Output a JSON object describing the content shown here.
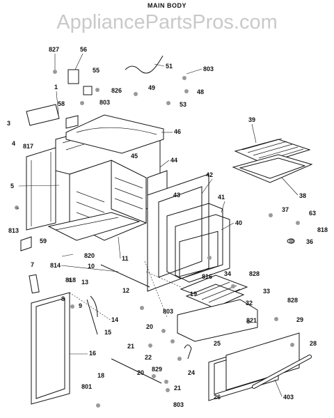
{
  "title": "MAIN BODY",
  "watermark": "AppliancePartsPros.com",
  "parts": [
    "827",
    "56",
    "55",
    "51",
    "803",
    "1",
    "58",
    "826",
    "49",
    "48",
    "803",
    "53",
    "3",
    "46",
    "39",
    "4",
    "817",
    "45",
    "44",
    "5",
    "42",
    "43",
    "38",
    "41",
    "37",
    "63",
    "813",
    "40",
    "818",
    "59",
    "820",
    "36",
    "7",
    "814",
    "10",
    "11",
    "816",
    "34",
    "828",
    "818",
    "8",
    "13",
    "12",
    "19",
    "32",
    "33",
    "9",
    "803",
    "14",
    "821",
    "15",
    "828",
    "20",
    "29",
    "21",
    "22",
    "25",
    "16",
    "24",
    "28",
    "829",
    "18",
    "20",
    "21",
    "26",
    "403",
    "801",
    "803"
  ]
}
